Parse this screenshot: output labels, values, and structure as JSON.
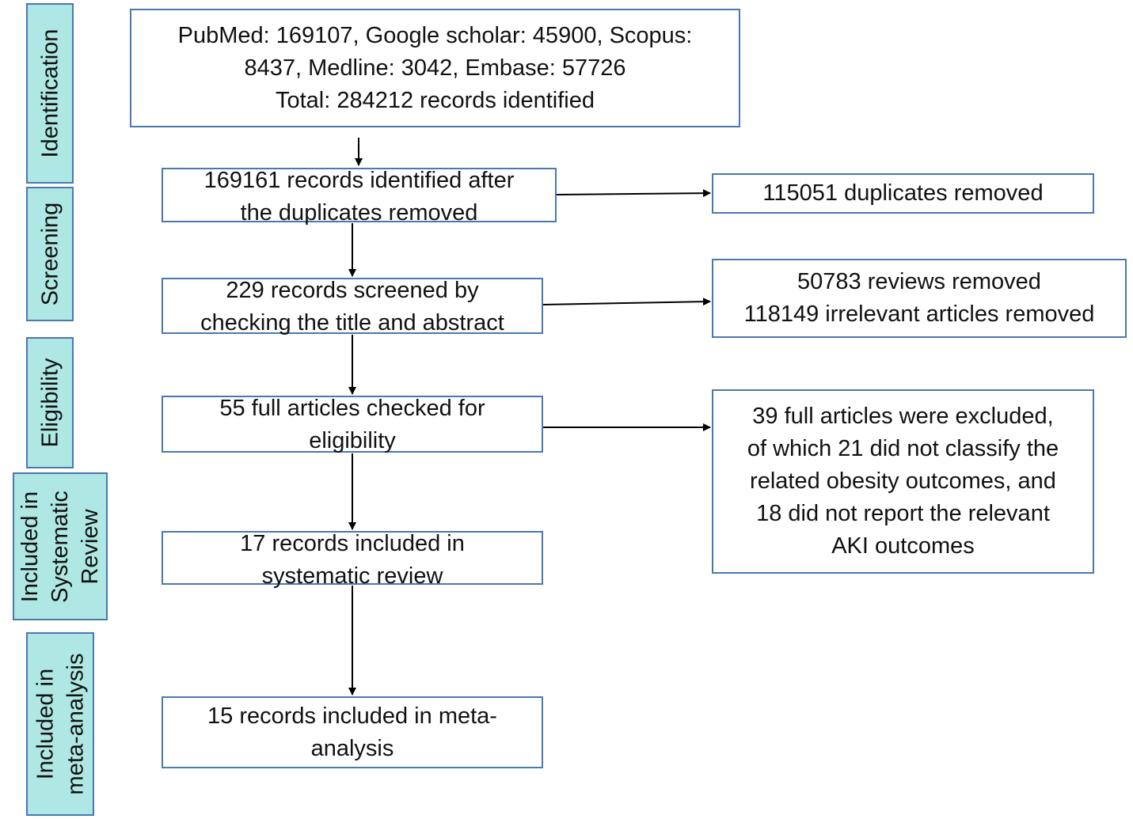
{
  "stages": {
    "identification": "Identification",
    "screening": "Screening",
    "eligibility": "Eligibility",
    "systematic_review": "Included in\nSystematic\nReview",
    "meta_analysis": "Included in\nmeta-analysis"
  },
  "boxes": {
    "identified": "PubMed: 169107, Google scholar: 45900, Scopus:\n8437, Medline: 3042, Embase: 57726\nTotal: 284212 records identified",
    "after_duplicates": "169161 records identified after\nthe duplicates removed",
    "screened": "229 records screened by\nchecking the title and abstract",
    "full_articles": "55 full articles checked for\neligibility",
    "systematic_review": "17 records included in\nsystematic review",
    "meta_analysis": "15 records included in meta-\nanalysis"
  },
  "exclusions": {
    "duplicates": "115051 duplicates removed",
    "reviews_irrelevant": "50783 reviews removed\n118149 irrelevant articles removed",
    "full_excluded": "39 full articles were excluded,\nof which 21 did not classify the\nrelated obesity outcomes, and\n18 did not report the relevant\nAKI outcomes"
  },
  "colors": {
    "stage_fill": "#aee7e3",
    "border": "#4a78b0",
    "arrow": "#000000"
  }
}
